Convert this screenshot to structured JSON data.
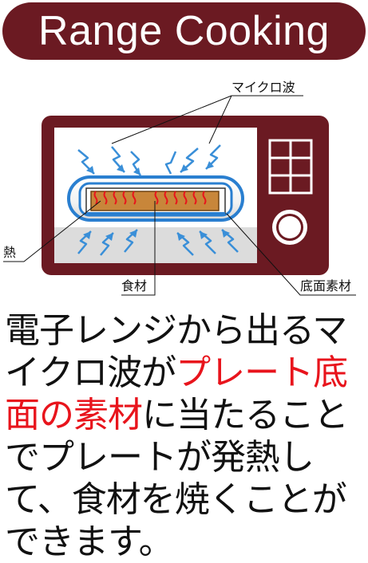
{
  "title": "Range Cooking",
  "labels": {
    "microwave": "マイクロ波",
    "heat": "熱",
    "food": "食材",
    "bottom_material": "底面素材"
  },
  "description": {
    "part1": "電子レンジから出るマイクロ波が",
    "highlight": "プレート底面の素材",
    "part2": "に当たることでプレートが発熱して、食材を焼くことができます。"
  },
  "colors": {
    "brand": "#6b1a22",
    "highlight": "#e8141c",
    "wave": "#3a8fd8",
    "plate": "#2a7fd0",
    "heat": "#e8141c",
    "food": "#c8863a"
  }
}
